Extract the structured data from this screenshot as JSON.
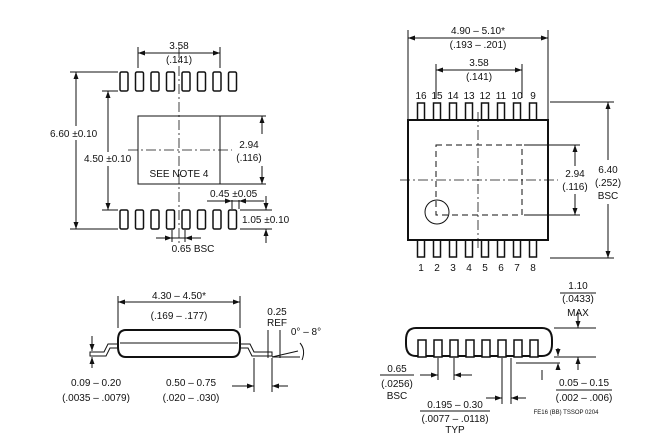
{
  "footprint": {
    "w_pads": "3.58",
    "w_pads_in": "(.141)",
    "overall_h": "6.60",
    "overall_h_tol": "±0.10",
    "inner_h": "4.50",
    "inner_h_tol": "±0.10",
    "note": "SEE NOTE 4",
    "body_h": "2.94",
    "body_h_in": "(.116)",
    "pad_w": "0.45",
    "pad_w_tol": "±0.05",
    "pad_len": "1.05",
    "pad_len_tol": "±0.10",
    "pitch": "0.65 BSC"
  },
  "top_view": {
    "len": "4.90 – 5.10*",
    "len_in": "(.193 – .201)",
    "w": "3.58",
    "w_in": "(.141)",
    "pins_top": [
      "16",
      "15",
      "14",
      "13",
      "12",
      "11",
      "10",
      "9"
    ],
    "pins_bottom": [
      "1",
      "2",
      "3",
      "4",
      "5",
      "6",
      "7",
      "8"
    ],
    "h": "2.94",
    "h_in": "(.116)",
    "span": "6.40",
    "span_in": "(.252)",
    "span_note": "BSC"
  },
  "side_view": {
    "body_w": "4.30 – 4.50*",
    "body_w_in": "(.169 – .177)",
    "ref": "0.25",
    "ref_label": "REF",
    "angle": "0° – 8°",
    "lead_t": "0.09 – 0.20",
    "lead_t_in": "(.0035 – .0079)",
    "foot": "0.50 – 0.75",
    "foot_in": "(.020 – .030)"
  },
  "end_view": {
    "h": "1.10",
    "h_in": "(.0433)",
    "h_note": "MAX",
    "pitch": "0.65",
    "pitch_in": "(.0256)",
    "pitch_note": "BSC",
    "lead_w": "0.195 – 0.30",
    "lead_w_in": "(.0077 – .0118)",
    "lead_w_note": "TYP",
    "standoff": "0.05 – 0.15",
    "standoff_in": "(.002 – .006)",
    "code": "FE16 (BB) TSSOP 0204"
  }
}
